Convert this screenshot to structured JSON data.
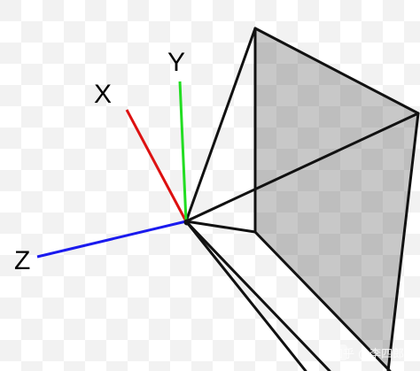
{
  "axes": {
    "x": {
      "label": "X",
      "color": "#dd1111"
    },
    "y": {
      "label": "Y",
      "color": "#22dd22"
    },
    "z": {
      "label": "Z",
      "color": "#1a1aee"
    }
  },
  "frustum": {
    "edge_color": "#111111",
    "image_plane_fill": "#c4c4c4"
  },
  "background": {
    "pattern": "checkerboard",
    "light_color": "#ffffff",
    "dark_color": "#f2f2f2"
  },
  "watermark": {
    "text": "知乎 @李四郎",
    "icon": "zhihu-logo-icon"
  }
}
